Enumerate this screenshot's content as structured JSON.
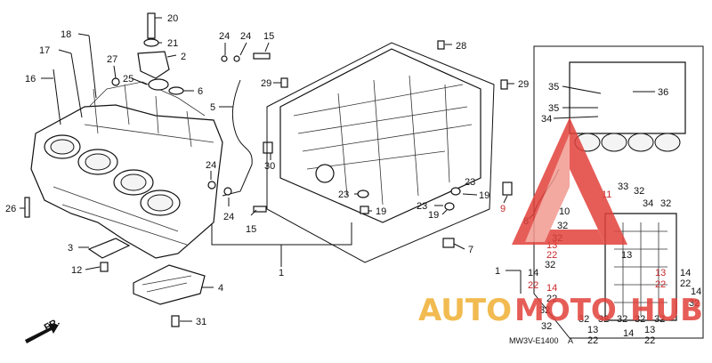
{
  "diagram": {
    "drawing_code": "MW3V-E1400",
    "drawing_suffix": "A",
    "front_marker": "FR.",
    "callouts": {
      "c20": "20",
      "c21": "21",
      "c2": "2",
      "c18": "18",
      "c17": "17",
      "c27": "27",
      "c25": "25",
      "c6": "6",
      "c16": "16",
      "c24a": "24",
      "c24b": "24",
      "c15a": "15",
      "c28": "28",
      "c29a": "29",
      "c29b": "29",
      "c5": "5",
      "c30": "30",
      "c24c": "24",
      "c24d": "24",
      "c15b": "15",
      "c26": "26",
      "c3": "3",
      "c12": "12",
      "c4": "4",
      "c31": "31",
      "c1a": "1",
      "c23a": "23",
      "c19a": "19",
      "c23b": "23",
      "c19b": "19",
      "c19c": "19",
      "c7": "7",
      "c9": "9",
      "c8": "8",
      "c35a": "35",
      "c36": "36",
      "c35b": "35",
      "c34a": "34",
      "c33": "33",
      "c32a": "32",
      "c11": "11",
      "c34b": "34",
      "c32b": "32",
      "c10": "10",
      "c32c": "32",
      "c13a": "13",
      "c22a": "22",
      "c32d": "32",
      "c13b": "13",
      "c22b": "22",
      "c32e": "32",
      "c1b": "1",
      "c14a": "14",
      "c22c": "22",
      "c14b": "14",
      "c22d": "22",
      "c13c": "13",
      "c22e": "22",
      "c14c": "14",
      "c32f": "32",
      "c14d": "14",
      "c32g": "32",
      "c22f": "22",
      "c22g": "22",
      "c32h": "32",
      "c32i": "32",
      "c32j": "32",
      "c32k": "32",
      "c32l": "32",
      "c32m": "32",
      "c13d": "13",
      "c14e": "14",
      "c13e": "13",
      "c22h": "22",
      "c22i": "22",
      "c32n": "32",
      "c32o": "32"
    }
  },
  "watermark": {
    "word_left": "AUTO",
    "word_mid": "MOTO",
    "word_right": "HUB",
    "colors": {
      "amber": "#f0b033",
      "red": "#e2413c"
    }
  }
}
